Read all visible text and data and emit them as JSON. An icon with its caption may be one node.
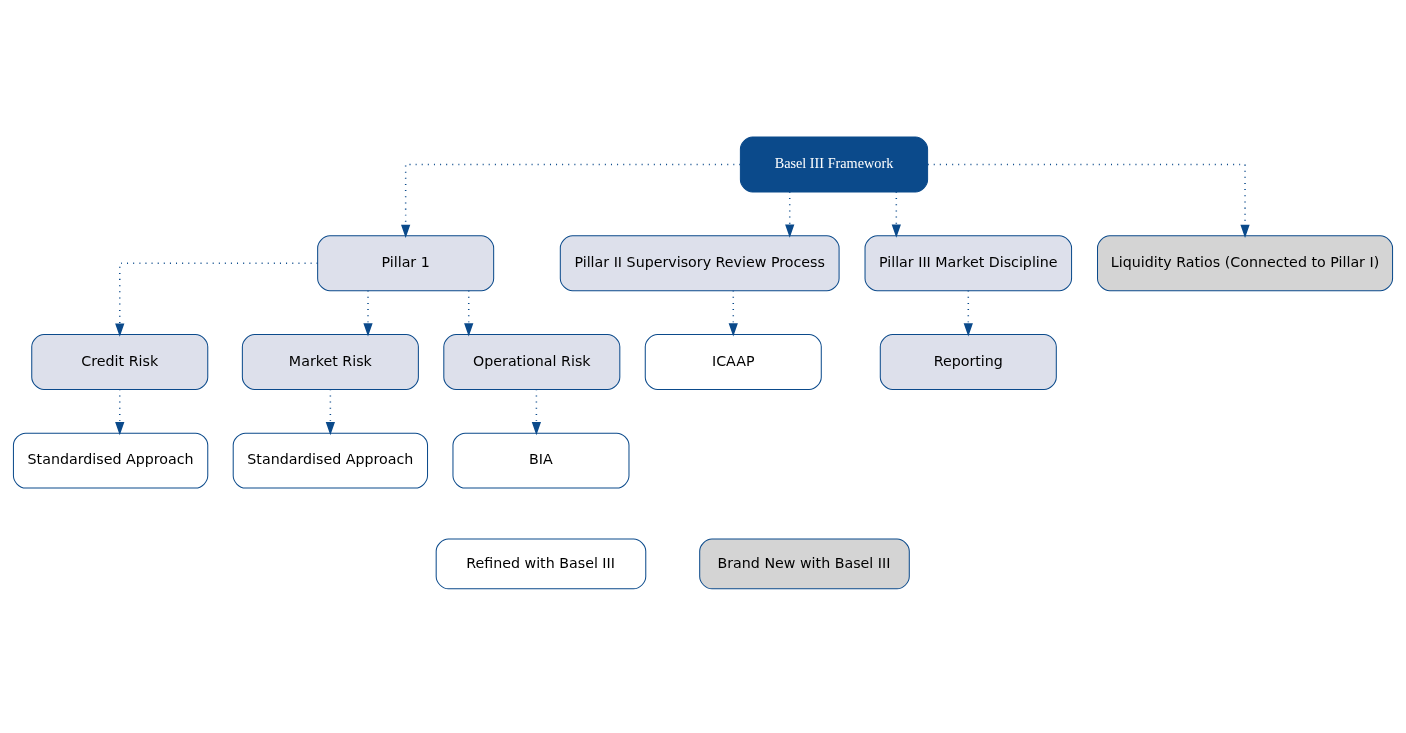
{
  "diagram": {
    "nodes": [
      {
        "text": [
          "Basel III Framework"
        ]
      },
      {
        "text": [
          "Pillar 1"
        ]
      },
      {
        "text": [
          "Pillar II Supervisory Review Process"
        ]
      },
      {
        "text": [
          "Pillar III Market Discipline"
        ]
      },
      {
        "text": [
          "Liquidity Ratios (Connected to Pillar I)"
        ]
      },
      {
        "text": [
          "Credit Risk"
        ]
      },
      {
        "text": [
          "Market Risk"
        ]
      },
      {
        "text": [
          "Operational Risk"
        ]
      },
      {
        "text": [
          "ICAAP"
        ]
      },
      {
        "text": [
          "Reporting"
        ]
      },
      {
        "text": [
          "Standardised Approach"
        ]
      },
      {
        "text": [
          "Standardised Approach"
        ]
      },
      {
        "text": [
          "BIA"
        ]
      }
    ],
    "edges": [
      {
        "from": 0,
        "to": 1,
        "arrow": "to"
      },
      {
        "from": 0,
        "to": 2,
        "arrow": "to"
      },
      {
        "from": 0,
        "to": 3,
        "arrow": "to"
      },
      {
        "from": 0,
        "to": 4,
        "arrow": "to"
      },
      {
        "from": 1,
        "to": 5,
        "arrow": "to"
      },
      {
        "from": 1,
        "to": 6,
        "arrow": "to"
      },
      {
        "from": 1,
        "to": 7,
        "arrow": "to"
      },
      {
        "from": 2,
        "to": 8,
        "arrow": "to"
      },
      {
        "from": 3,
        "to": 9,
        "arrow": "to"
      },
      {
        "from": 5,
        "to": 10,
        "arrow": "to"
      },
      {
        "from": 6,
        "to": 11,
        "arrow": "to"
      },
      {
        "from": 7,
        "to": 12,
        "arrow": "to"
      }
    ],
    "legend": [
      {
        "text": "Refined with Basel III",
        "color": "#ffffff"
      },
      {
        "text": "Brand New with Basel III",
        "color": "#d4d4d4"
      }
    ]
  }
}
